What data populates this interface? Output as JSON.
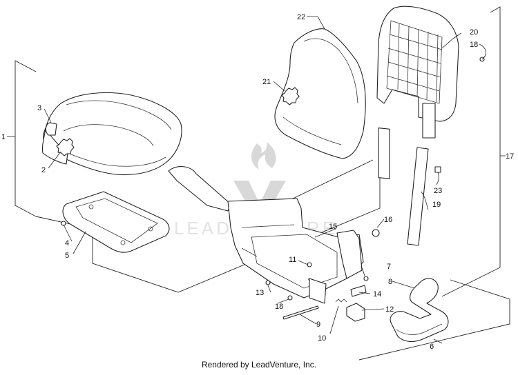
{
  "watermark": {
    "text": "LEADVENTURE"
  },
  "footer": {
    "credit": "Rendered by LeadVenture, Inc."
  },
  "callouts": {
    "c1": "1",
    "c2": "2",
    "c3": "3",
    "c4": "4",
    "c5": "5",
    "c6": "6",
    "c7": "7",
    "c8": "8",
    "c9": "9",
    "c10": "10",
    "c11": "11",
    "c12": "12",
    "c13": "13",
    "c14": "14",
    "c15": "15",
    "c16": "16",
    "c17": "17",
    "c18a": "18",
    "c18b": "18",
    "c19": "19",
    "c20": "20",
    "c21": "21",
    "c22": "22",
    "c23": "23"
  }
}
